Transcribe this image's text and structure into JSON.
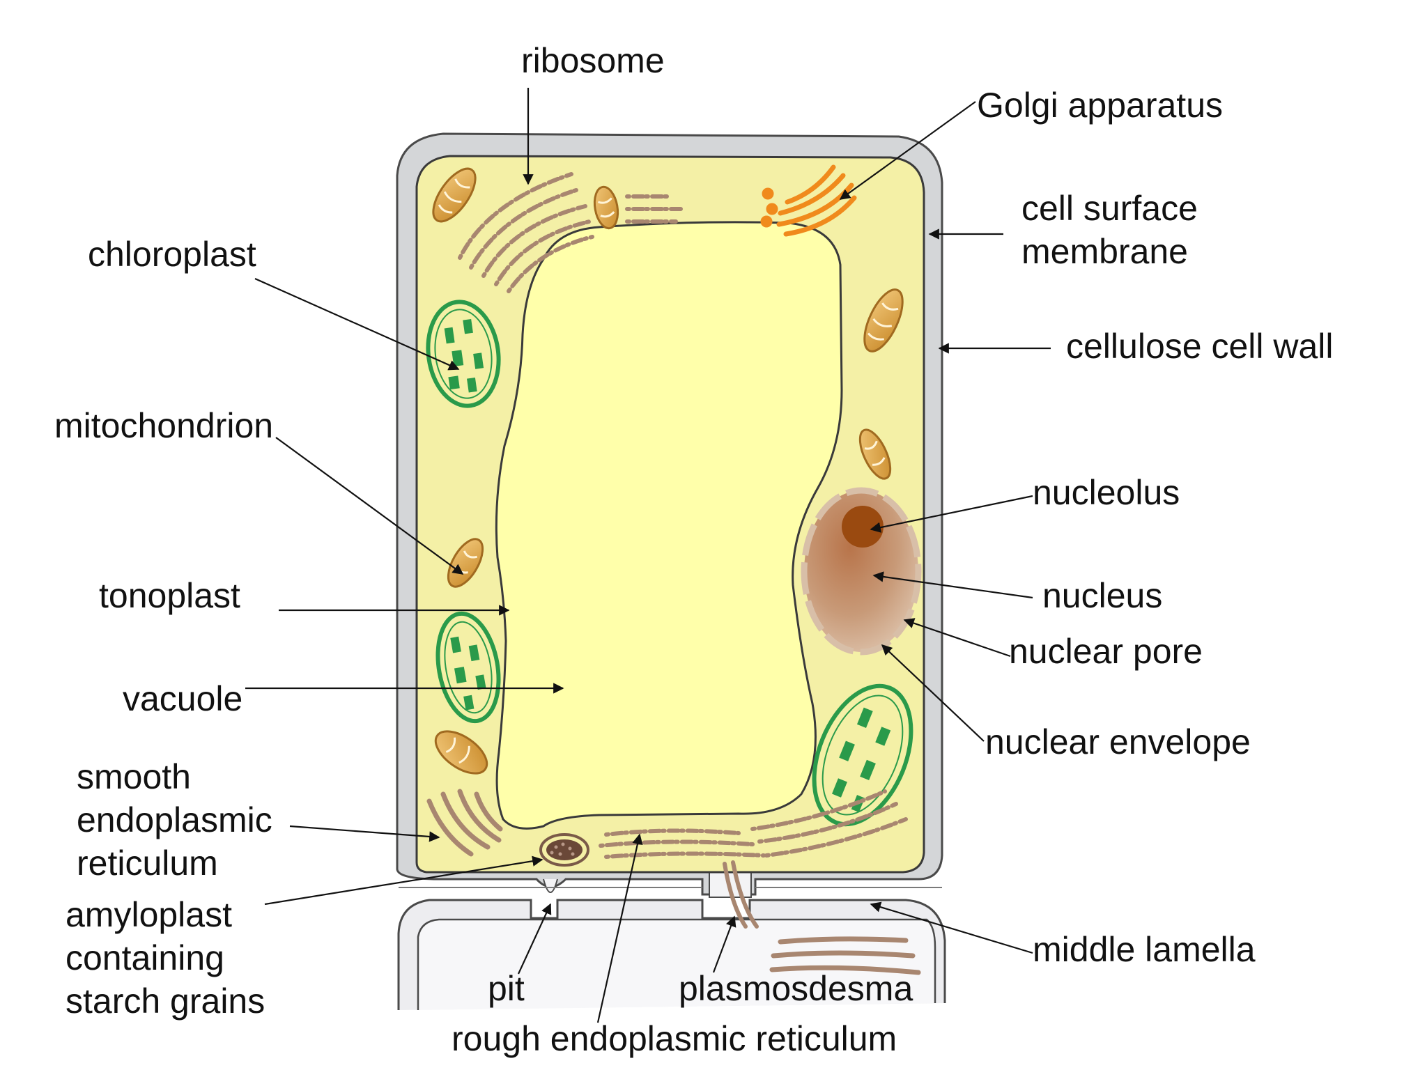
{
  "labels": {
    "ribosome": "ribosome",
    "golgi": "Golgi apparatus",
    "membrane_1": "cell surface",
    "membrane_2": "membrane",
    "wall": "cellulose cell wall",
    "chloroplast": "chloroplast",
    "mitochondrion": "mitochondrion",
    "tonoplast": "tonoplast",
    "vacuole": "vacuole",
    "ser_1": "smooth",
    "ser_2": "endoplasmic",
    "ser_3": "reticulum",
    "amyloplast_1": "amyloplast",
    "amyloplast_2": "containing",
    "amyloplast_3": "starch grains",
    "nucleolus": "nucleolus",
    "nucleus": "nucleus",
    "nuclear_pore": "nuclear pore",
    "nuclear_envelope": "nuclear envelope",
    "middle_lamella": "middle lamella",
    "pit": "pit",
    "plasmodesma": "plasmosdesma",
    "rer": "rough endoplasmic reticulum"
  },
  "colors": {
    "cell_wall": "#d4d6d8",
    "cell_wall_outline": "#4a4a4a",
    "cytoplasm": "#f4f0a6",
    "vacuole": "#ffffaa",
    "chloroplast": "#2a9a4a",
    "mitochondrion": "#d9a040",
    "golgi": "#f08a1c",
    "er": "#a88670",
    "nucleus": "#c08860",
    "nucleolus": "#9a4a10"
  }
}
